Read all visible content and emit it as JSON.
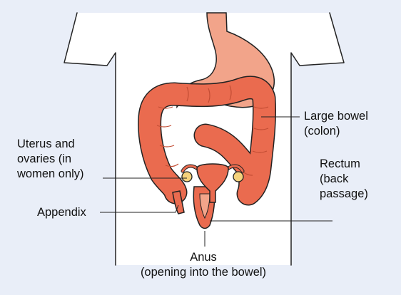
{
  "colors": {
    "background": "#e9eef8",
    "body_fill": "#ffffff",
    "outline": "#222222",
    "bowel_fill": "#ea6b4f",
    "stomach_fill": "#f2a48a",
    "ovary_fill": "#f5d27c",
    "leader": "#222222"
  },
  "labels": {
    "large_bowel": [
      "Large bowel",
      "(colon)"
    ],
    "uterus": [
      "Uterus and",
      "ovaries (in",
      "women only)"
    ],
    "rectum": [
      "Rectum",
      "(back",
      "passage)"
    ],
    "appendix": [
      "Appendix"
    ],
    "anus": [
      "Anus",
      "(opening into the bowel)"
    ]
  }
}
